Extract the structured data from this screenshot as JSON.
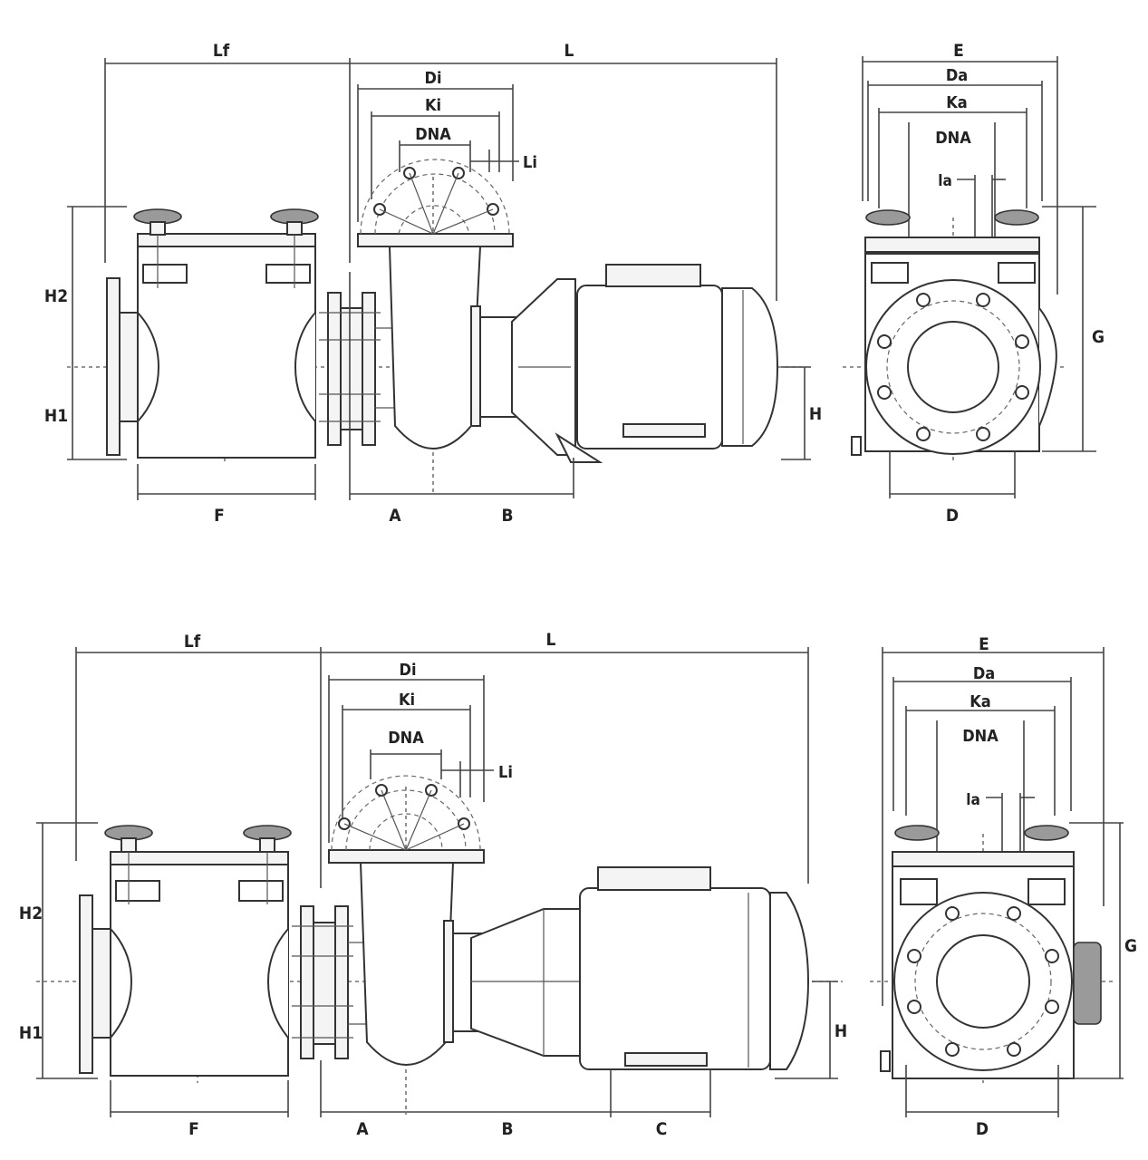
{
  "diagrams": [
    {
      "side_view_labels": {
        "lf": "Lf",
        "l": "L",
        "di": "Di",
        "ki": "Ki",
        "dna": "DNA",
        "li": "Li",
        "h2": "H2",
        "h1": "H1",
        "h": "H",
        "f": "F",
        "a": "A",
        "b": "B"
      },
      "front_view_labels": {
        "e": "E",
        "da": "Da",
        "ka": "Ka",
        "dna": "DNA",
        "la": "la",
        "g": "G",
        "d": "D"
      }
    },
    {
      "side_view_labels": {
        "lf": "Lf",
        "l": "L",
        "di": "Di",
        "ki": "Ki",
        "dna": "DNA",
        "li": "Li",
        "h2": "H2",
        "h1": "H1",
        "h": "H",
        "f": "F",
        "a": "A",
        "b": "B",
        "c": "C"
      },
      "front_view_labels": {
        "e": "E",
        "da": "Da",
        "ka": "Ka",
        "dna": "DNA",
        "la": "la",
        "g": "G",
        "d": "D"
      }
    }
  ]
}
